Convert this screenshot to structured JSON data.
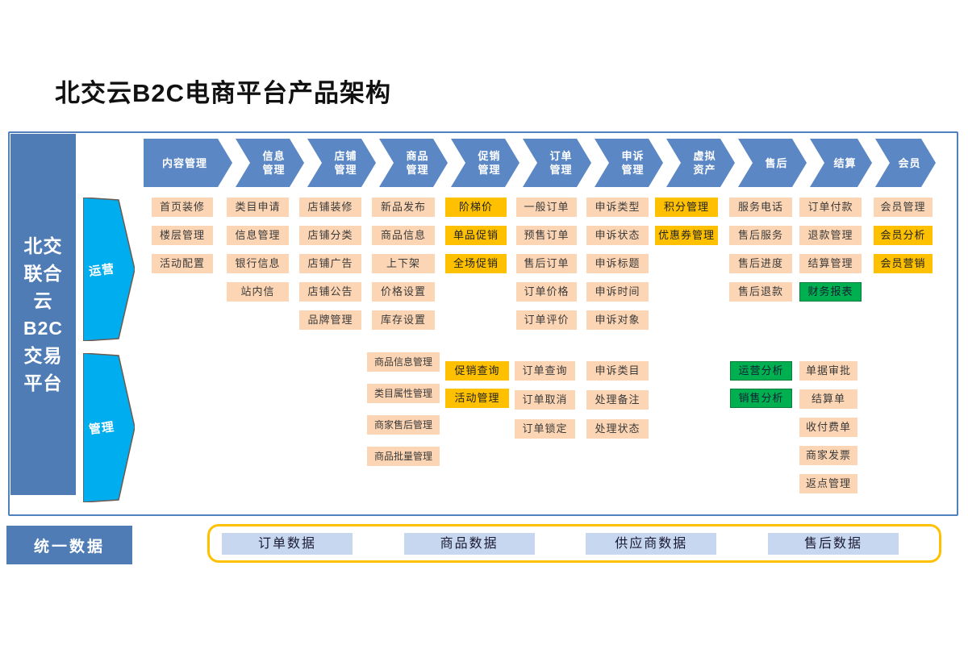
{
  "title": "北交云B2C电商平台产品架构",
  "platform": {
    "name_lines": "北交\n联合\n云\nB2C\n交易\n平台"
  },
  "lanes": {
    "operations": "运营",
    "management": "管理"
  },
  "header_segments": [
    {
      "label": "内容管理"
    },
    {
      "label": "信息\n管理"
    },
    {
      "label": "店铺\n管理"
    },
    {
      "label": "商品\n管理"
    },
    {
      "label": "促销\n管理"
    },
    {
      "label": "订单\n管理"
    },
    {
      "label": "申诉\n管理"
    },
    {
      "label": "虚拟\n资产"
    },
    {
      "label": "售后"
    },
    {
      "label": "结算"
    },
    {
      "label": "会员"
    }
  ],
  "operations_columns": [
    {
      "boxes": [
        {
          "label": "首页装修",
          "style": "peach"
        },
        {
          "label": "楼层管理",
          "style": "peach"
        },
        {
          "label": "活动配置",
          "style": "peach"
        }
      ]
    },
    {
      "boxes": [
        {
          "label": "类目申请",
          "style": "peach"
        },
        {
          "label": "信息管理",
          "style": "peach"
        },
        {
          "label": "银行信息",
          "style": "peach"
        },
        {
          "label": "站内信",
          "style": "peach"
        }
      ]
    },
    {
      "boxes": [
        {
          "label": "店铺装修",
          "style": "peach"
        },
        {
          "label": "店铺分类",
          "style": "peach"
        },
        {
          "label": "店铺广告",
          "style": "peach"
        },
        {
          "label": "店铺公告",
          "style": "peach"
        },
        {
          "label": "品牌管理",
          "style": "peach"
        }
      ]
    },
    {
      "boxes": [
        {
          "label": "新品发布",
          "style": "peach"
        },
        {
          "label": "商品信息",
          "style": "peach"
        },
        {
          "label": "上下架",
          "style": "peach"
        },
        {
          "label": "价格设置",
          "style": "peach"
        },
        {
          "label": "库存设置",
          "style": "peach"
        }
      ]
    },
    {
      "boxes": [
        {
          "label": "阶梯价",
          "style": "yellow"
        },
        {
          "label": "单品促销",
          "style": "yellow"
        },
        {
          "label": "全场促销",
          "style": "yellow"
        }
      ]
    },
    {
      "boxes": [
        {
          "label": "一般订单",
          "style": "peach"
        },
        {
          "label": "预售订单",
          "style": "peach"
        },
        {
          "label": "售后订单",
          "style": "peach"
        },
        {
          "label": "订单价格",
          "style": "peach"
        },
        {
          "label": "订单评价",
          "style": "peach"
        }
      ]
    },
    {
      "boxes": [
        {
          "label": "申诉类型",
          "style": "peach"
        },
        {
          "label": "申诉状态",
          "style": "peach"
        },
        {
          "label": "申诉标题",
          "style": "peach"
        },
        {
          "label": "申诉时间",
          "style": "peach"
        },
        {
          "label": "申诉对象",
          "style": "peach"
        }
      ]
    },
    {
      "boxes": [
        {
          "label": "积分管理",
          "style": "yellow"
        },
        {
          "label": "优惠券管理",
          "style": "yellow"
        }
      ]
    },
    {
      "boxes": [
        {
          "label": "服务电话",
          "style": "peach"
        },
        {
          "label": "售后服务",
          "style": "peach"
        },
        {
          "label": "售后进度",
          "style": "peach"
        },
        {
          "label": "售后退款",
          "style": "peach"
        }
      ]
    },
    {
      "boxes": [
        {
          "label": "订单付款",
          "style": "peach"
        },
        {
          "label": "退款管理",
          "style": "peach"
        },
        {
          "label": "结算管理",
          "style": "peach"
        },
        {
          "label": "财务报表",
          "style": "green"
        }
      ]
    },
    {
      "boxes": [
        {
          "label": "会员管理",
          "style": "peach"
        },
        {
          "label": "会员分析",
          "style": "yellow"
        },
        {
          "label": "会员营销",
          "style": "yellow"
        }
      ]
    }
  ],
  "management_columns": [
    {
      "column_index": 3,
      "boxes": [
        {
          "label": "商品信息管理",
          "style": "peach"
        },
        {
          "label": "类目属性管理",
          "style": "peach"
        },
        {
          "label": "商家售后管理",
          "style": "peach"
        },
        {
          "label": "商品批量管理",
          "style": "peach"
        }
      ]
    },
    {
      "column_index": 4,
      "boxes": [
        {
          "label": "促销查询",
          "style": "yellow"
        },
        {
          "label": "活动管理",
          "style": "yellow"
        }
      ]
    },
    {
      "column_index": 5,
      "boxes": [
        {
          "label": "订单查询",
          "style": "peach"
        },
        {
          "label": "订单取消",
          "style": "peach"
        },
        {
          "label": "订单锁定",
          "style": "peach"
        }
      ]
    },
    {
      "column_index": 6,
      "boxes": [
        {
          "label": "申诉类目",
          "style": "peach"
        },
        {
          "label": "处理备注",
          "style": "peach"
        },
        {
          "label": "处理状态",
          "style": "peach"
        }
      ]
    },
    {
      "column_index": 8,
      "boxes": [
        {
          "label": "运营分析",
          "style": "green"
        },
        {
          "label": "销售分析",
          "style": "green"
        }
      ]
    },
    {
      "column_index": 9,
      "boxes": [
        {
          "label": "单据审批",
          "style": "peach"
        },
        {
          "label": "结算单",
          "style": "peach"
        },
        {
          "label": "收付费单",
          "style": "peach"
        },
        {
          "label": "商家发票",
          "style": "peach"
        },
        {
          "label": "返点管理",
          "style": "peach"
        }
      ]
    }
  ],
  "footer": {
    "unified_label": "统一数据",
    "data_boxes": [
      "订单数据",
      "商品数据",
      "供应商数据",
      "售后数据"
    ]
  },
  "colors": {
    "band_blue": "#5b87c5",
    "sidebar_blue": "#4f7cb5",
    "lane_cyan": "#00aeef",
    "module_peach": "#fcd5b4",
    "highlight_yellow": "#ffc000",
    "analysis_green": "#00b050",
    "data_light_blue": "#c7d7ef",
    "frame_border": "#4f81bd",
    "strip_border": "#ffc000"
  }
}
